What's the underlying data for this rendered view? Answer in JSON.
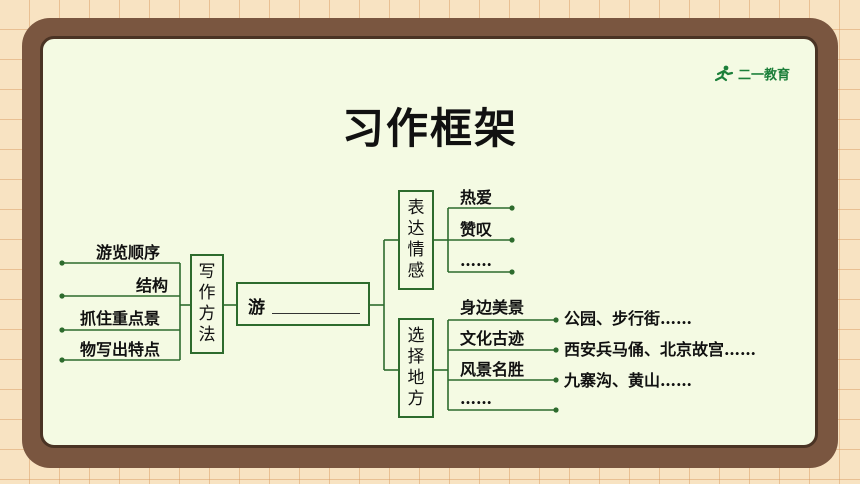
{
  "title": "习作框架",
  "logo": {
    "text": "二一教育"
  },
  "left_items": [
    "游览顺序",
    "结构",
    "抓住重点景",
    "物写出特点"
  ],
  "method_box": [
    "写",
    "作",
    "方",
    "法"
  ],
  "center": "游",
  "emotion_box": [
    "表",
    "达",
    "情",
    "感"
  ],
  "emotion_items": [
    "热爱",
    "赞叹",
    "……"
  ],
  "place_box": [
    "选",
    "择",
    "地",
    "方"
  ],
  "place_items": [
    "身边美景",
    "文化古迹",
    "风景名胜",
    "……"
  ],
  "place_examples": [
    "公园、步行街……",
    "西安兵马俑、北京故宫……",
    "九寨沟、黄山……"
  ],
  "colors": {
    "line": "#2d6b2d",
    "frame": "#7a5640",
    "board": "#f4fae3",
    "logo": "#1c7f3a"
  }
}
